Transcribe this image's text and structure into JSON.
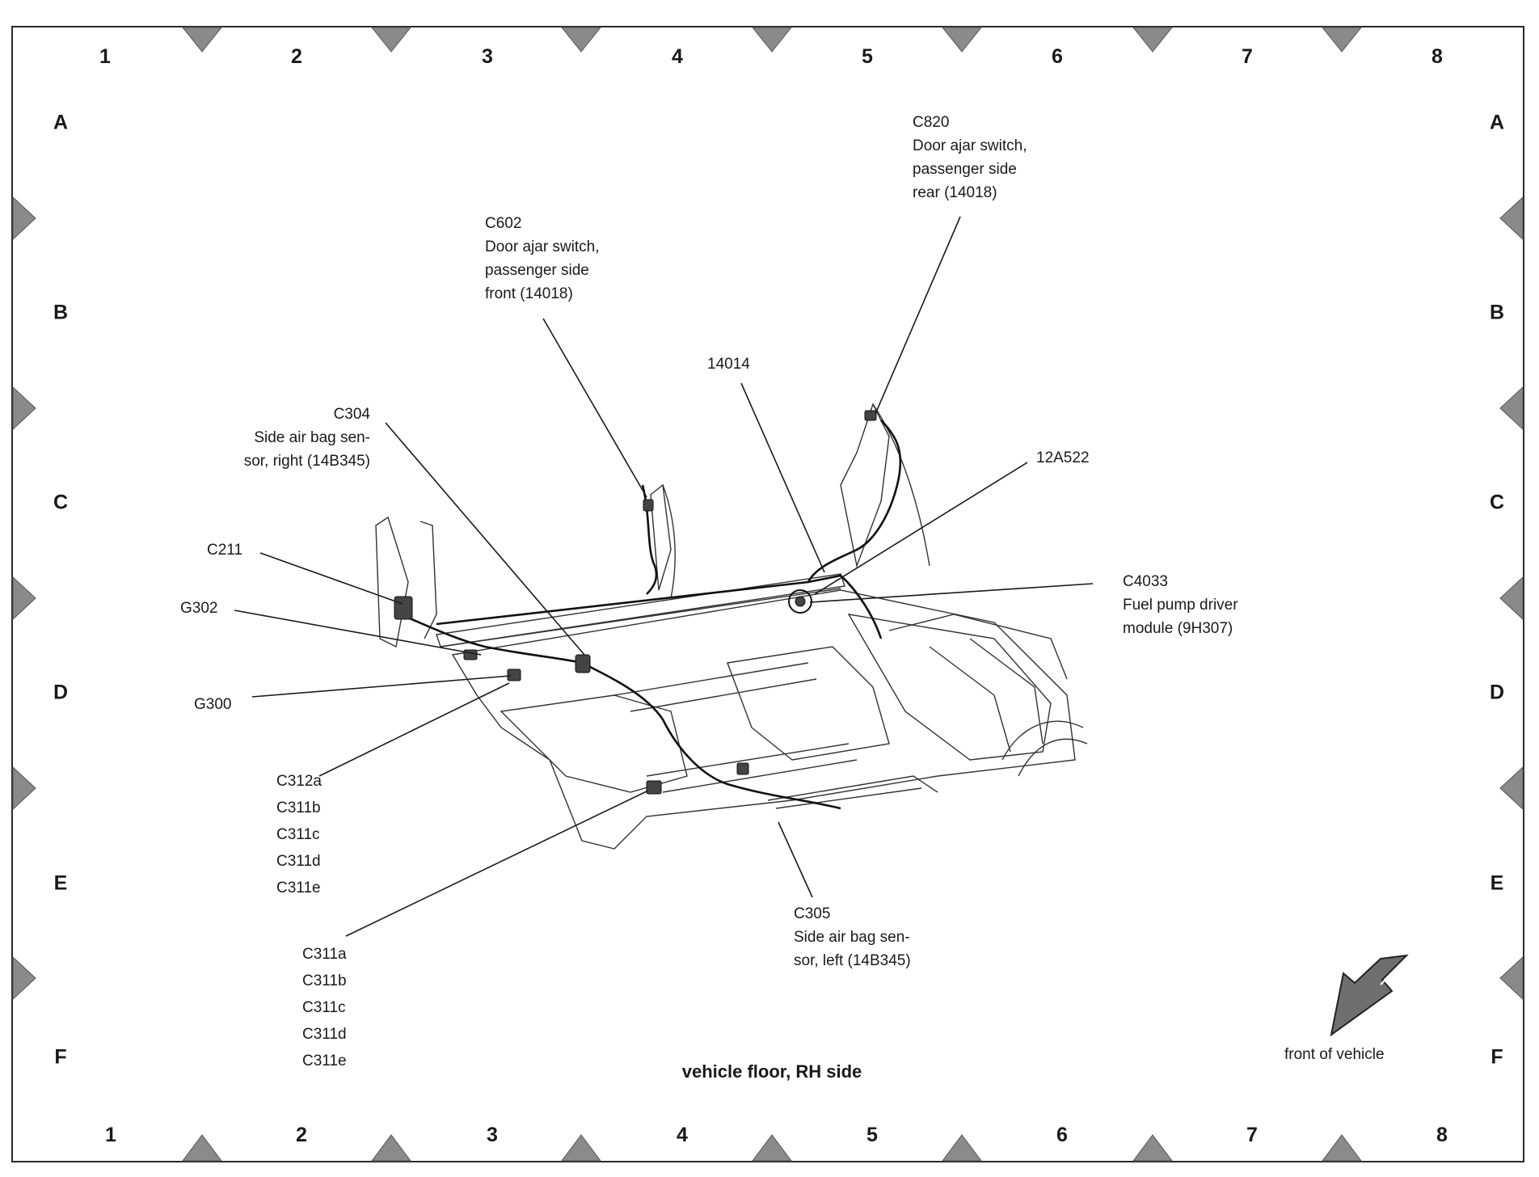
{
  "diagram": {
    "caption": "vehicle floor, RH side",
    "direction_label": "front of vehicle",
    "grid_columns": [
      "1",
      "2",
      "3",
      "4",
      "5",
      "6",
      "7",
      "8"
    ],
    "grid_rows": [
      "A",
      "B",
      "C",
      "D",
      "E",
      "F"
    ],
    "callouts": {
      "c820": [
        "C820",
        "Door ajar switch,",
        "passenger side",
        "rear (14018)"
      ],
      "c602": [
        "C602",
        "Door ajar switch,",
        "passenger side",
        "front (14018)"
      ],
      "p14014": [
        "14014"
      ],
      "c304": [
        "C304",
        "Side air bag sen-",
        "sor, right (14B345)"
      ],
      "p12a522": [
        "12A522"
      ],
      "c211": [
        "C211"
      ],
      "g302": [
        "G302"
      ],
      "c4033": [
        "C4033",
        "Fuel pump driver",
        "module (9H307)"
      ],
      "g300": [
        "G300"
      ],
      "group1": [
        "C312a",
        "C311b",
        "C311c",
        "C311d",
        "C311e"
      ],
      "c305": [
        "C305",
        "Side air bag sen-",
        "sor, left (14B345)"
      ],
      "group2": [
        "C311a",
        "C311b",
        "C311c",
        "C311d",
        "C311e"
      ]
    },
    "colors": {
      "line": "#1a1a1a",
      "marker": "#8a8a8a",
      "arrow_fill": "#6f6f6f"
    }
  }
}
